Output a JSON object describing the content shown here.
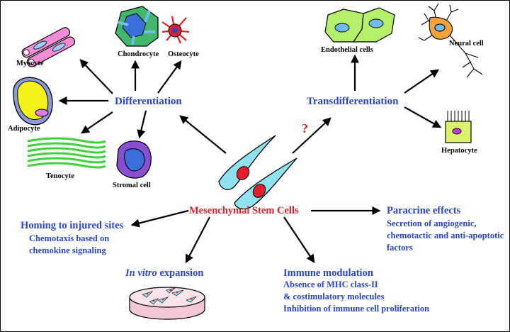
{
  "center": {
    "label": "Mesenchymal Stem Cells"
  },
  "differentiation": {
    "label": "Differentiation",
    "cells": {
      "myocyte": "Myocyte",
      "chondrocyte": "Chondrocyte",
      "osteocyte": "Osteocyte",
      "adipocyte": "Adipocyte",
      "tenocyte": "Tenocyte",
      "stromal": "Stromal cell"
    }
  },
  "transdifferentiation": {
    "label": "Transdifferentiation",
    "question_mark": "?",
    "cells": {
      "endothelial": "Endothelial cells",
      "neural": "Neural cell",
      "hepatocyte": "Hepatocyte"
    }
  },
  "homing": {
    "title": "Homing to injured sites",
    "detail": "Chemotaxis based on\nchemokine signaling"
  },
  "paracrine": {
    "title": "Paracrine effects",
    "detail": "Secretion of angiogenic,\nchemotactic and anti-apoptotic\nfactors"
  },
  "in_vitro": {
    "title_italic": "In vitro",
    "title_rest": " expansion"
  },
  "immune": {
    "title": "Immune modulation",
    "detail": "Absence of MHC class-II\n& costimulatory molecules\nInhibition of immune cell proliferation"
  },
  "colors": {
    "label_blue": "#2a45c8",
    "center_red": "#e0202a",
    "msc_cell": "#8fe3f0",
    "nucleus": "#e0202a"
  }
}
